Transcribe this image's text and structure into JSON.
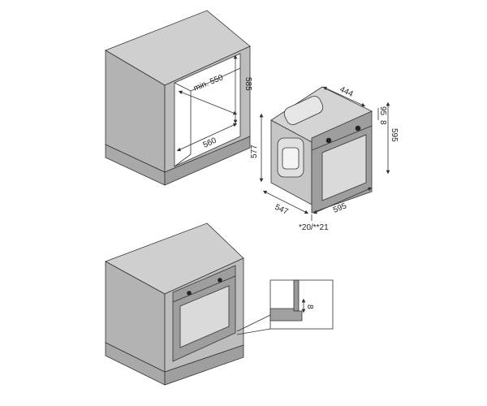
{
  "colors": {
    "top": "#cfcfcf",
    "side": "#a9a9a9",
    "front": "#bdbdbd",
    "line": "#333333",
    "oven": "#9a9a9a",
    "glass": "#d9d9d9"
  },
  "top_cabinet": {
    "dim_depth": "min. 550",
    "dim_height": "585",
    "dim_width": "560"
  },
  "oven": {
    "dim_top_depth": "444",
    "dim_side_height": "577",
    "dim_front_height": "595",
    "dim_panel": "95",
    "dim_gap": "8",
    "dim_depth": "547",
    "dim_width": "595",
    "dim_offset": "*20/**21"
  },
  "detail": {
    "dim_gap": "8"
  }
}
